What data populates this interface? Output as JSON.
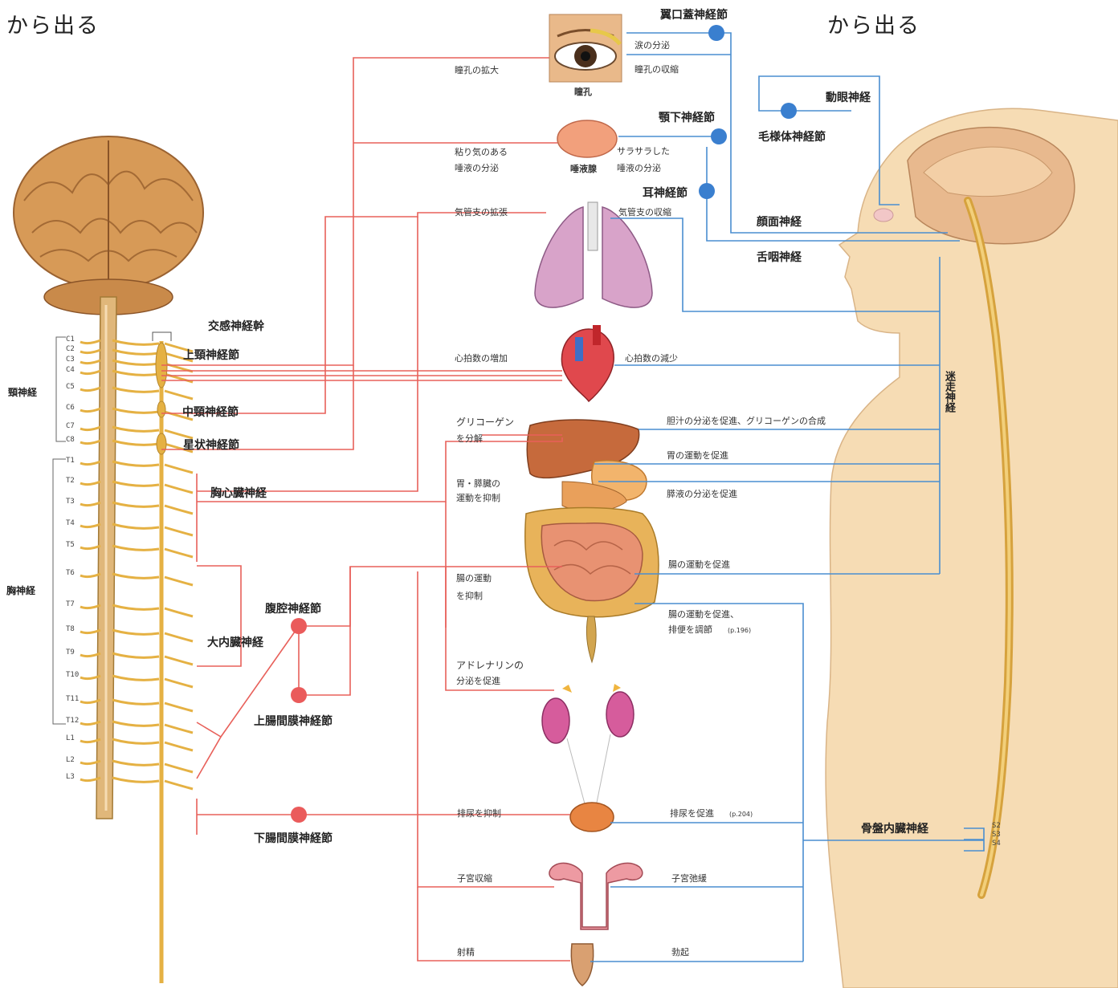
{
  "headers": {
    "left": "から出る",
    "right": "から出る"
  },
  "colors": {
    "sympathetic": "#e8605a",
    "parasympathetic": "#4a8ed0",
    "nerve_gold": "#e5b143",
    "body_skin": "#f6dcb4",
    "ganglion_red": "#ea5b5b",
    "ganglion_blue": "#3a7fcf"
  },
  "cervical": [
    "C1",
    "C2",
    "C3",
    "C4",
    "C5",
    "C6",
    "C7",
    "C8"
  ],
  "thoracic": [
    "T1",
    "T2",
    "T3",
    "T4",
    "T5",
    "T6",
    "T7",
    "T8",
    "T9",
    "T10",
    "T11",
    "T12"
  ],
  "lumbar": [
    "L1",
    "L2",
    "L3"
  ],
  "sacral": [
    "S2",
    "S3",
    "S4"
  ],
  "nerve_groups": {
    "cervical": "頸神経",
    "thoracic": "胸神経"
  },
  "sympathetic_labels": {
    "trunk": "交感神経幹",
    "superior_cervical": "上頸神経節",
    "middle_cervical": "中頸神経節",
    "stellate": "星状神経節",
    "thoracic_cardiac": "胸心臓神経",
    "celiac": "腹腔神経節",
    "greater_splanchnic": "大内臓神経",
    "superior_mesenteric": "上腸間膜神経節",
    "inferior_mesenteric": "下腸間膜神経節"
  },
  "parasympathetic_labels": {
    "pterygopalatine": "翼口蓋神経節",
    "oculomotor": "動眼神経",
    "ciliary": "毛様体神経節",
    "submandibular": "顎下神経節",
    "otic": "耳神経節",
    "facial": "顔面神経",
    "glossopharyngeal": "舌咽神経",
    "vagus": "迷走神経",
    "pelvic_splanchnic": "骨盤内臓神経"
  },
  "organs": {
    "pupil": "瞳孔",
    "salivary": "唾液腺"
  },
  "sympathetic_effects": {
    "pupil": "瞳孔の拡大",
    "saliva_line1": "粘り気のある",
    "saliva_line2": "唾液の分泌",
    "bronchi": "気管支の拡張",
    "heart": "心拍数の増加",
    "glycogen_line1": "グリコーゲン",
    "glycogen_line2": "を分解",
    "stomach_line1": "胃・膵臓の",
    "stomach_line2": "運動を抑制",
    "intestine_line1": "腸の運動",
    "intestine_line2": "を抑制",
    "adrenaline_line1": "アドレナリンの",
    "adrenaline_line2": "分泌を促進",
    "bladder": "排尿を抑制",
    "uterus": "子宮収縮",
    "ejaculation": "射精"
  },
  "parasympathetic_effects": {
    "tears": "涙の分泌",
    "pupil": "瞳孔の収縮",
    "saliva_line1": "サラサラした",
    "saliva_line2": "唾液の分泌",
    "bronchi": "気管支の収縮",
    "heart": "心拍数の減少",
    "liver": "胆汁の分泌を促進、グリコーゲンの合成",
    "stomach": "胃の運動を促進",
    "pancreas": "膵液の分泌を促進",
    "intestine": "腸の運動を促進",
    "colon_line1": "腸の運動を促進、",
    "colon_line2": "排便を調節",
    "colon_ref": "(p.196)",
    "bladder": "排尿を促進",
    "bladder_ref": "(p.204)",
    "uterus": "子宮弛緩",
    "erection": "勃起"
  }
}
